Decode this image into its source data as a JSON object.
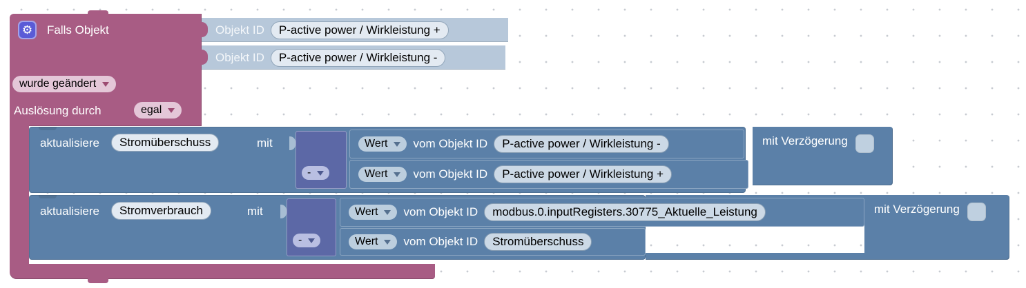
{
  "colors": {
    "trigger_block": "#a85c84",
    "trigger_dropdown_bg": "#e4c7d8",
    "statement_block": "#5b80a8",
    "math_block": "#5c68a6",
    "shadow_block": "#b7c8da",
    "field_bg": "#e3eaf2",
    "checkbox_bg": "#bfd0e0",
    "gear_button_bg": "#5a5bd7"
  },
  "trigger": {
    "title": "Falls Objekt",
    "change_dropdown": "wurde geändert",
    "trigger_label": "Auslösung durch",
    "trigger_value": "egal",
    "object_rows": [
      {
        "label": "Objekt ID",
        "value": "P-active power / Wirkleistung +"
      },
      {
        "label": "Objekt ID",
        "value": "P-active power / Wirkleistung -"
      }
    ]
  },
  "statements": [
    {
      "action": "aktualisiere",
      "target": "Stromüberschuss",
      "with_label": "mit",
      "operator": "-",
      "delay_label": "mit Verzögerung",
      "operands": [
        {
          "value_label": "Wert",
          "from_label": "vom Objekt ID",
          "object_id": "P-active power / Wirkleistung -"
        },
        {
          "value_label": "Wert",
          "from_label": "vom Objekt ID",
          "object_id": "P-active power / Wirkleistung +"
        }
      ]
    },
    {
      "action": "aktualisiere",
      "target": "Stromverbrauch",
      "with_label": "mit",
      "operator": "-",
      "delay_label": "mit Verzögerung",
      "operands": [
        {
          "value_label": "Wert",
          "from_label": "vom Objekt ID",
          "object_id": "modbus.0.inputRegisters.30775_Aktuelle_Leistung"
        },
        {
          "value_label": "Wert",
          "from_label": "vom Objekt ID",
          "object_id": "Stromüberschuss"
        }
      ]
    }
  ]
}
